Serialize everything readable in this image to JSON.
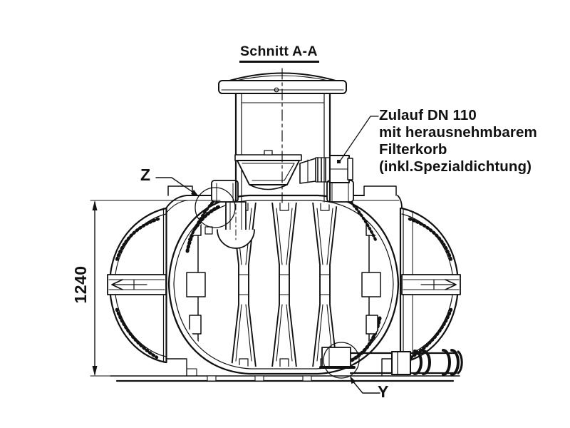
{
  "drawing": {
    "title": "Schnitt A-A",
    "inlet_callout": {
      "lines": [
        "Zulauf DN 110",
        "mit herausnehmbarem",
        "Filterkorb",
        "(inkl.Spezialdichtung)"
      ]
    },
    "detail_label_top": "Z",
    "detail_label_bottom": "Y",
    "dimension_height": "1240",
    "colors": {
      "line": "#111111",
      "background": "#ffffff"
    }
  }
}
